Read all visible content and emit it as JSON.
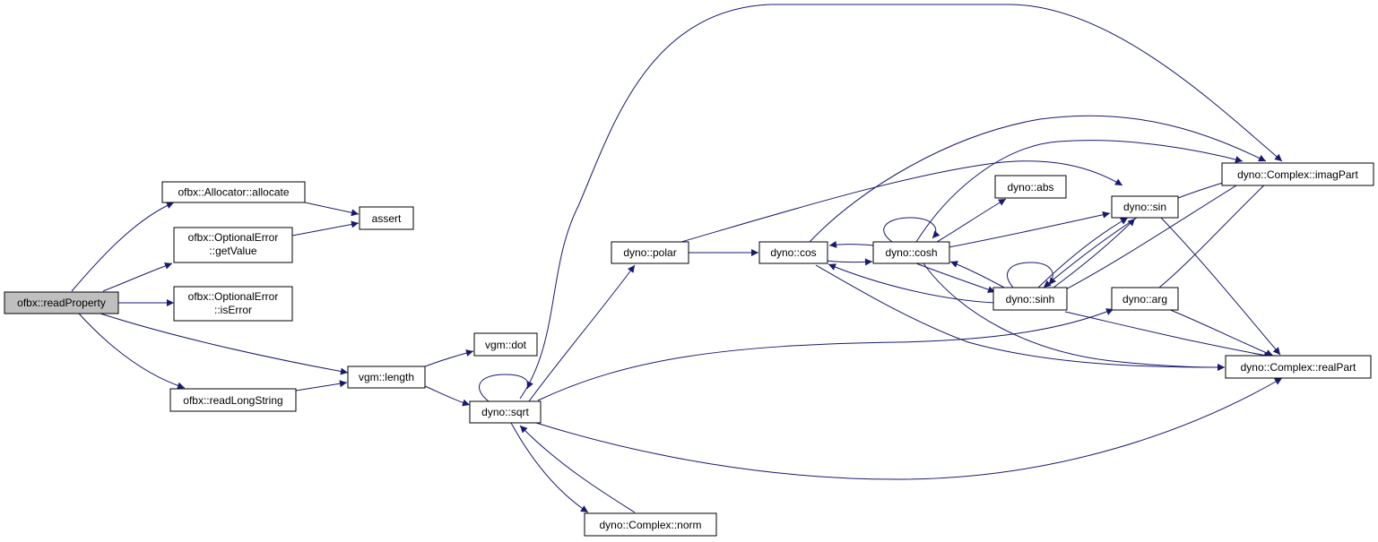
{
  "nodes": {
    "readProperty": "ofbx::readProperty",
    "allocate": "ofbx::Allocator::allocate",
    "getValue_1": "ofbx::OptionalError",
    "getValue_2": "::getValue",
    "isError_1": "ofbx::OptionalError",
    "isError_2": "::isError",
    "readLongString": "ofbx::readLongString",
    "assert": "assert",
    "length": "vgm::length",
    "dot": "vgm::dot",
    "sqrt": "dyno::sqrt",
    "polar": "dyno::polar",
    "norm": "dyno::Complex::norm",
    "cos": "dyno::cos",
    "cosh": "dyno::cosh",
    "abs": "dyno::abs",
    "sinh": "dyno::sinh",
    "sin": "dyno::sin",
    "arg": "dyno::arg",
    "imagPart": "dyno::Complex::imagPart",
    "realPart": "dyno::Complex::realPart"
  }
}
